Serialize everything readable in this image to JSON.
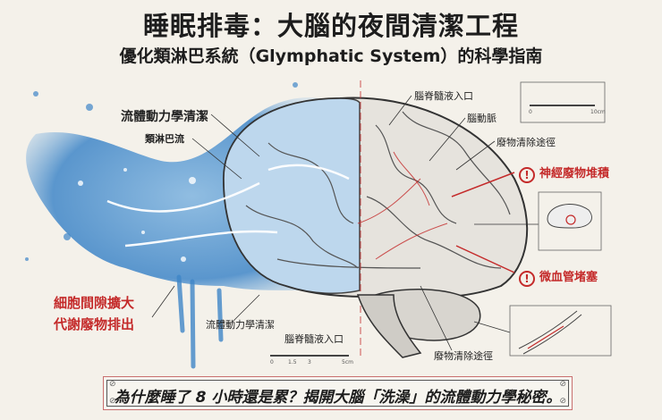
{
  "header": {
    "title": "睡眠排毒：大腦的夜間清潔工程",
    "subtitle": "優化類淋巴系統（Glymphatic System）的科學指南"
  },
  "labels": {
    "fluid_cleaning_top": "流體動力學清潔",
    "glymphatic_flow": "類淋巴流",
    "interstitial_expand": "細胞間隙擴大",
    "waste_expel": "代謝廢物排出",
    "fluid_cleaning_bottom": "流體動力學清潔",
    "csf_entry_bottom": "腦脊髓液入口",
    "csf_entry_top": "腦脊髓液入口",
    "cerebral_artery": "腦動脈",
    "waste_route_top": "廢物清除途徑",
    "neural_waste": "神經廢物堆積",
    "capillary_block": "微血管堵塞",
    "waste_route_bottom": "廢物清除途徑"
  },
  "scale_top": {
    "ticks": [
      "0",
      "10cm"
    ]
  },
  "scale_bottom": {
    "ticks": [
      "0",
      "1.5",
      "3",
      "5cm"
    ]
  },
  "warning_icon": "!",
  "banner": {
    "text": "為什麼睡了 8 小時還是累？揭開大腦「洗澡」的流體動力學秘密。"
  },
  "colors": {
    "accent_red": "#c42a2a",
    "water_blue": "#3f86c8",
    "background": "#f4f1ea"
  }
}
